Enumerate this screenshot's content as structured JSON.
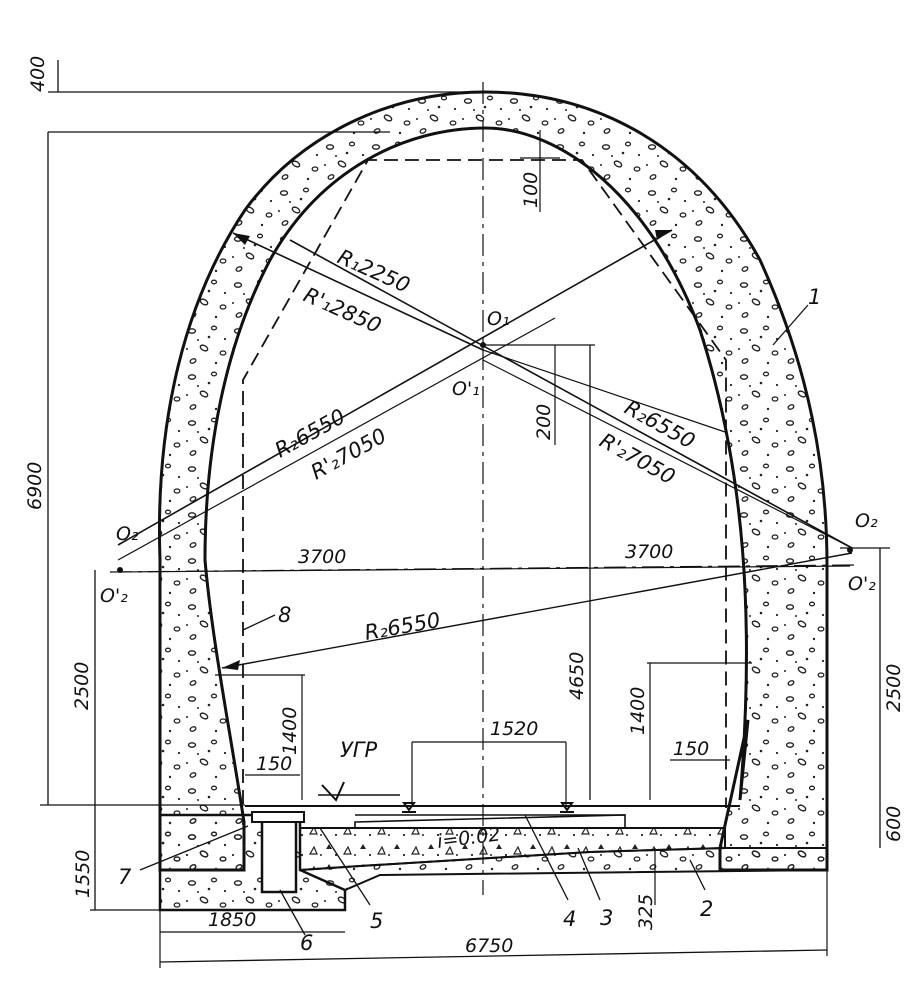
{
  "dimensions": {
    "d400": "400",
    "d100": "100",
    "d6900": "6900",
    "d200": "200",
    "d4650": "4650",
    "d3700_left": "3700",
    "d3700_right": "3700",
    "d2500_left": "2500",
    "d2500_right": "2500",
    "d1400_left": "1400",
    "d1400_right": "1400",
    "d150_left": "150",
    "d150_right": "150",
    "d1520": "1520",
    "d600": "600",
    "d1550": "1550",
    "d325": "325",
    "d1850": "1850",
    "d6750": "6750"
  },
  "radii": {
    "r1_inner": "R₁2250",
    "r1_outer": "R'₁2850",
    "r2_left_inner": "R₂6550",
    "r2_left_outer": "R'₂7050",
    "r2_right_inner": "R₂6550",
    "r2_right_outer": "R'₂7050",
    "r2_lower": "R₂6550"
  },
  "centers": {
    "o1": "O₁",
    "o1_prime": "O'₁",
    "o2_left": "O₂",
    "o2_left_prime": "O'₂",
    "o2_right": "O₂",
    "o2_right_prime": "O'₂"
  },
  "annotations": {
    "ugr": "УГР",
    "slope": "i=0.02"
  },
  "callouts": [
    "1",
    "2",
    "3",
    "4",
    "5",
    "6",
    "7",
    "8"
  ]
}
